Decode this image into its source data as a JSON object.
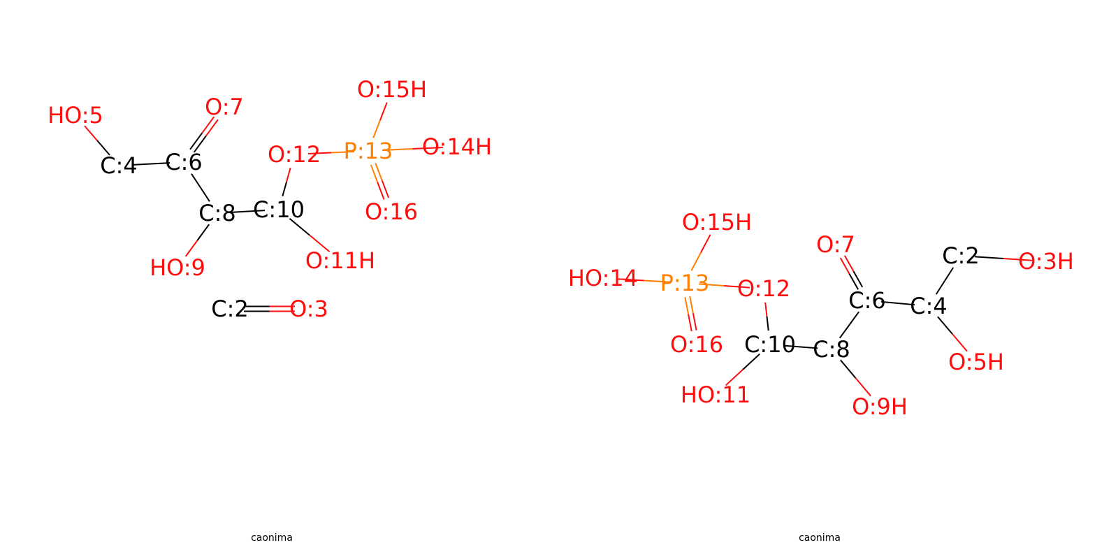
{
  "colors": {
    "C": "#000000",
    "O": "#ff0d0d",
    "P": "#ff8000"
  },
  "panels": [
    {
      "caption": "caonima",
      "atoms": [
        {
          "id": "C:4",
          "label": "C:4",
          "element": "C"
        },
        {
          "id": "C:6",
          "label": "C:6",
          "element": "C"
        },
        {
          "id": "O:5",
          "label": "HO:5",
          "element": "O"
        },
        {
          "id": "O:7",
          "label": "O:7",
          "element": "O"
        },
        {
          "id": "C:8",
          "label": "C:8",
          "element": "C"
        },
        {
          "id": "O:9",
          "label": "HO:9",
          "element": "O"
        },
        {
          "id": "C:10",
          "label": "C:10",
          "element": "C"
        },
        {
          "id": "O:11",
          "label": "O:11H",
          "element": "O"
        },
        {
          "id": "O:12",
          "label": "O:12",
          "element": "O"
        },
        {
          "id": "P:13",
          "label": "P:13",
          "element": "P"
        },
        {
          "id": "O:14",
          "label": "O:14H",
          "element": "O"
        },
        {
          "id": "O:15",
          "label": "O:15H",
          "element": "O"
        },
        {
          "id": "O:16",
          "label": "O:16",
          "element": "O"
        },
        {
          "id": "C:2",
          "label": "C:2",
          "element": "C"
        },
        {
          "id": "O:3",
          "label": "O:3",
          "element": "O"
        }
      ],
      "bonds": [
        {
          "a": "C:4",
          "b": "O:5",
          "order": 1
        },
        {
          "a": "C:4",
          "b": "C:6",
          "order": 1
        },
        {
          "a": "C:6",
          "b": "O:7",
          "order": 2
        },
        {
          "a": "C:6",
          "b": "C:8",
          "order": 1
        },
        {
          "a": "C:8",
          "b": "O:9",
          "order": 1
        },
        {
          "a": "C:8",
          "b": "C:10",
          "order": 1
        },
        {
          "a": "C:10",
          "b": "O:11",
          "order": 1
        },
        {
          "a": "C:10",
          "b": "O:12",
          "order": 1
        },
        {
          "a": "O:12",
          "b": "P:13",
          "order": 1
        },
        {
          "a": "P:13",
          "b": "O:15",
          "order": 1
        },
        {
          "a": "P:13",
          "b": "O:14",
          "order": 1
        },
        {
          "a": "P:13",
          "b": "O:16",
          "order": 2
        },
        {
          "a": "C:2",
          "b": "O:3",
          "order": 2
        }
      ]
    },
    {
      "caption": "caonima",
      "atoms": [
        {
          "id": "O:15",
          "label": "O:15H",
          "element": "O"
        },
        {
          "id": "O:14",
          "label": "HO:14",
          "element": "O"
        },
        {
          "id": "P:13",
          "label": "P:13",
          "element": "P"
        },
        {
          "id": "O:12",
          "label": "O:12",
          "element": "O"
        },
        {
          "id": "O:16",
          "label": "O:16",
          "element": "O"
        },
        {
          "id": "C:10",
          "label": "C:10",
          "element": "C"
        },
        {
          "id": "O:11",
          "label": "HO:11",
          "element": "O"
        },
        {
          "id": "C:8",
          "label": "C:8",
          "element": "C"
        },
        {
          "id": "O:9",
          "label": "O:9H",
          "element": "O"
        },
        {
          "id": "C:6",
          "label": "C:6",
          "element": "C"
        },
        {
          "id": "O:7",
          "label": "O:7",
          "element": "O"
        },
        {
          "id": "C:4",
          "label": "C:4",
          "element": "C"
        },
        {
          "id": "O:5",
          "label": "O:5H",
          "element": "O"
        },
        {
          "id": "C:2",
          "label": "C:2",
          "element": "C"
        },
        {
          "id": "O:3",
          "label": "O:3H",
          "element": "O"
        }
      ],
      "bonds": [
        {
          "a": "P:13",
          "b": "O:15",
          "order": 1
        },
        {
          "a": "P:13",
          "b": "O:14",
          "order": 1
        },
        {
          "a": "P:13",
          "b": "O:12",
          "order": 1
        },
        {
          "a": "P:13",
          "b": "O:16",
          "order": 2
        },
        {
          "a": "O:12",
          "b": "C:10",
          "order": 1
        },
        {
          "a": "C:10",
          "b": "O:11",
          "order": 1
        },
        {
          "a": "C:10",
          "b": "C:8",
          "order": 1
        },
        {
          "a": "C:8",
          "b": "O:9",
          "order": 1
        },
        {
          "a": "C:8",
          "b": "C:6",
          "order": 1
        },
        {
          "a": "C:6",
          "b": "O:7",
          "order": 2
        },
        {
          "a": "C:6",
          "b": "C:4",
          "order": 1
        },
        {
          "a": "C:4",
          "b": "O:5",
          "order": 1
        },
        {
          "a": "C:4",
          "b": "C:2",
          "order": 1
        },
        {
          "a": "C:2",
          "b": "O:3",
          "order": 1
        }
      ]
    }
  ]
}
